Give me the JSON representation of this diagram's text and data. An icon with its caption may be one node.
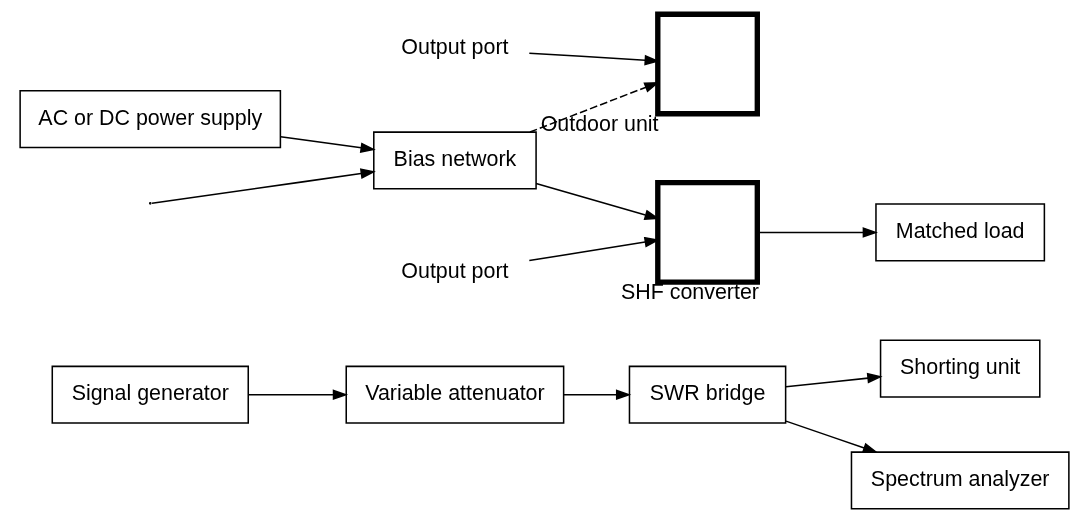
{
  "diagram": {
    "nodes": [
      {
        "text": [
          "Signal generator"
        ]
      },
      {
        "text": [
          "Variable attenuator"
        ]
      },
      {
        "text": [
          "SWR bridge"
        ]
      },
      {
        "text": [
          "Shorting unit"
        ]
      },
      {
        "text": [
          "AC or DC power supply"
        ]
      },
      {
        "text": [],
        "shape": "box",
        "beside": [
          "Outdoor unit"
        ]
      },
      {
        "text": [
          "Matched load"
        ]
      },
      {
        "text": [],
        "shape": "box",
        "beside": [
          "SHF converter"
        ]
      },
      {
        "text": [
          "Bias network"
        ]
      },
      {
        "text": [
          "Spectrum analyzer"
        ]
      },
      {
        "text": [
          "Output port"
        ]
      },
      {
        "text": [
          "Output port"
        ]
      }
    ],
    "edges": [
      {
        "from": 0,
        "to": 1,
        "arrow": "to"
      },
      {
        "from": 1,
        "to": 2,
        "arrow": "to"
      },
      {
        "from": 2,
        "to": 3,
        "arrow": "to"
      },
      {
        "from": 2,
        "to": 9,
        "arrow": "to"
      },
      {
        "from": 4,
        "to": 8,
        "arrow": "to"
      },
      {
        "from": 8,
        "to": 7,
        "arrow": "to"
      },
      {
        "from": 7,
        "to": 6,
        "arrow": "to"
      },
      {
        "from": 8,
        "to": 5,
        "arrow": "to",
        "style": "dashed"
      },
      {
        "from": null,
        "to": 8,
        "arrow": "to"
      },
      {
        "from": 10,
        "to": 5,
        "arrow": "to"
      },
      {
        "from": 11,
        "to": 7,
        "arrow": "to"
      }
    ]
  }
}
